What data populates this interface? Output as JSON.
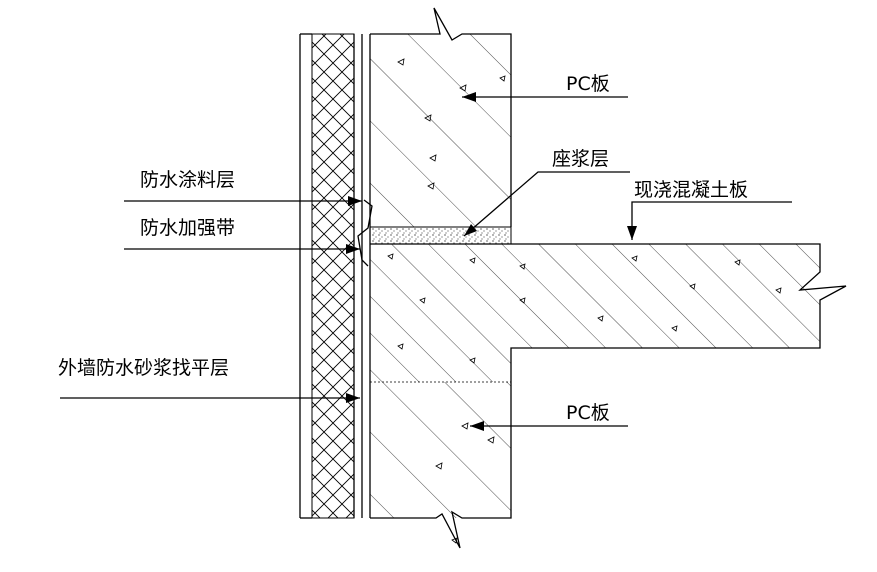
{
  "labels": {
    "pc_top": "PC板",
    "grout_layer": "座浆层",
    "cast_slab": "现浇混凝土板",
    "waterproof_coating": "防水涂料层",
    "waterproof_strip": "防水加强带",
    "exterior_mortar": "外墙防水砂浆找平层",
    "pc_bottom": "PC板"
  }
}
